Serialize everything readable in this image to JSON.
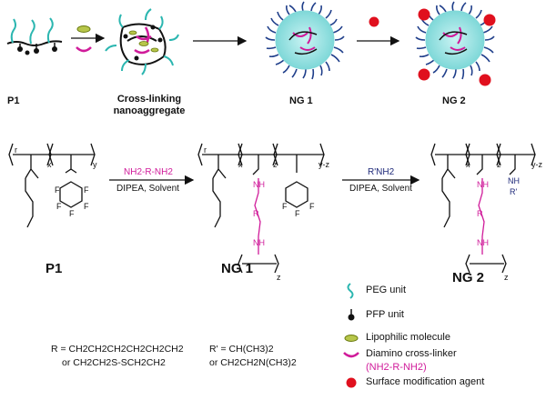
{
  "top_row": {
    "labels": [
      "P1",
      "Cross-linking nanoaggregate",
      "NG 1",
      "NG 2"
    ]
  },
  "scheme": {
    "labels": [
      "P1",
      "NG 1",
      "NG 2"
    ],
    "step1": {
      "reagent": "NH2-R-NH2",
      "conditions": "DIPEA, Solvent"
    },
    "step2": {
      "reagent": "R'NH2",
      "conditions": "DIPEA, Solvent"
    },
    "subscripts": {
      "x": "x",
      "y": "y",
      "z": "z",
      "yz": "y-z",
      "r": "r"
    },
    "groups": {
      "nh": "NH",
      "r": "R",
      "rprime": "R'",
      "f": "F"
    }
  },
  "definitions": {
    "r_line1": "R = CH2CH2CH2CH2CH2CH2",
    "r_line2": "or CH2CH2S-SCH2CH2",
    "rp_line1": "R' = CH(CH3)2",
    "rp_line2": "or CH2CH2N(CH3)2"
  },
  "legend": {
    "items": [
      {
        "icon": "peg-unit-icon",
        "label": "PEG unit"
      },
      {
        "icon": "pfp-unit-icon",
        "label": "PFP unit"
      },
      {
        "icon": "lipophilic-molecule-icon",
        "label": "Lipophilic molecule"
      },
      {
        "icon": "diamino-crosslinker-icon",
        "label": "Diamino cross-linker",
        "sub": "(NH2-R-NH2)"
      },
      {
        "icon": "surface-agent-icon",
        "label": "Surface modification agent"
      }
    ]
  },
  "colors": {
    "peg": "#2bb6b0",
    "pfp": "#111111",
    "crosslinker": "#d01b9a",
    "lipophilic": "#b7c64a",
    "surface": "#e0101e",
    "core": "#8fe0e0",
    "corona": "#1f3e8a"
  }
}
